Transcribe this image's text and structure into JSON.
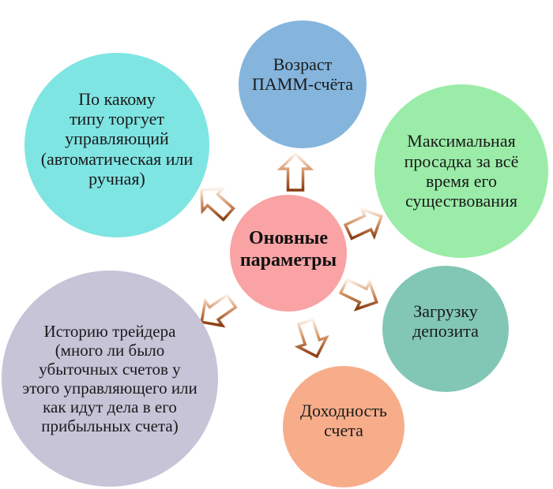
{
  "diagram": {
    "center": {
      "label_lines": [
        "Оновные",
        "параметры"
      ],
      "color": "#F9A3A4"
    },
    "nodes": {
      "age": {
        "label_lines": [
          "Возраст",
          "ПАММ-счёта"
        ],
        "color": "#85B5DD"
      },
      "trade_type": {
        "label_lines": [
          "По какому",
          "типу торгует",
          "управляющий",
          "(автоматическая или",
          "ручная)"
        ],
        "color": "#7FE5E3"
      },
      "max_drawdown": {
        "label_lines": [
          "Максимальная",
          "просадка за всё",
          "время его",
          "существования"
        ],
        "color": "#9BECA8"
      },
      "deposit_load": {
        "label_lines": [
          "Загрузку",
          "депозита"
        ],
        "color": "#82C7B6"
      },
      "profitability": {
        "label_lines": [
          "Доходность",
          "счета"
        ],
        "color": "#F7AD8A"
      },
      "trader_history": {
        "label_lines": [
          "Историю трейдера",
          "(много ли было",
          "убыточных счетов у",
          "этого управляющего или",
          "как идут дела в его",
          "прибыльных счета)"
        ],
        "color": "#C7C4D8"
      }
    },
    "arrow": {
      "fill": "#FFFFFF",
      "gradient_top": "#FDF4EC",
      "gradient_mid": "#D89A6E",
      "gradient_bottom": "#883B0E"
    }
  }
}
